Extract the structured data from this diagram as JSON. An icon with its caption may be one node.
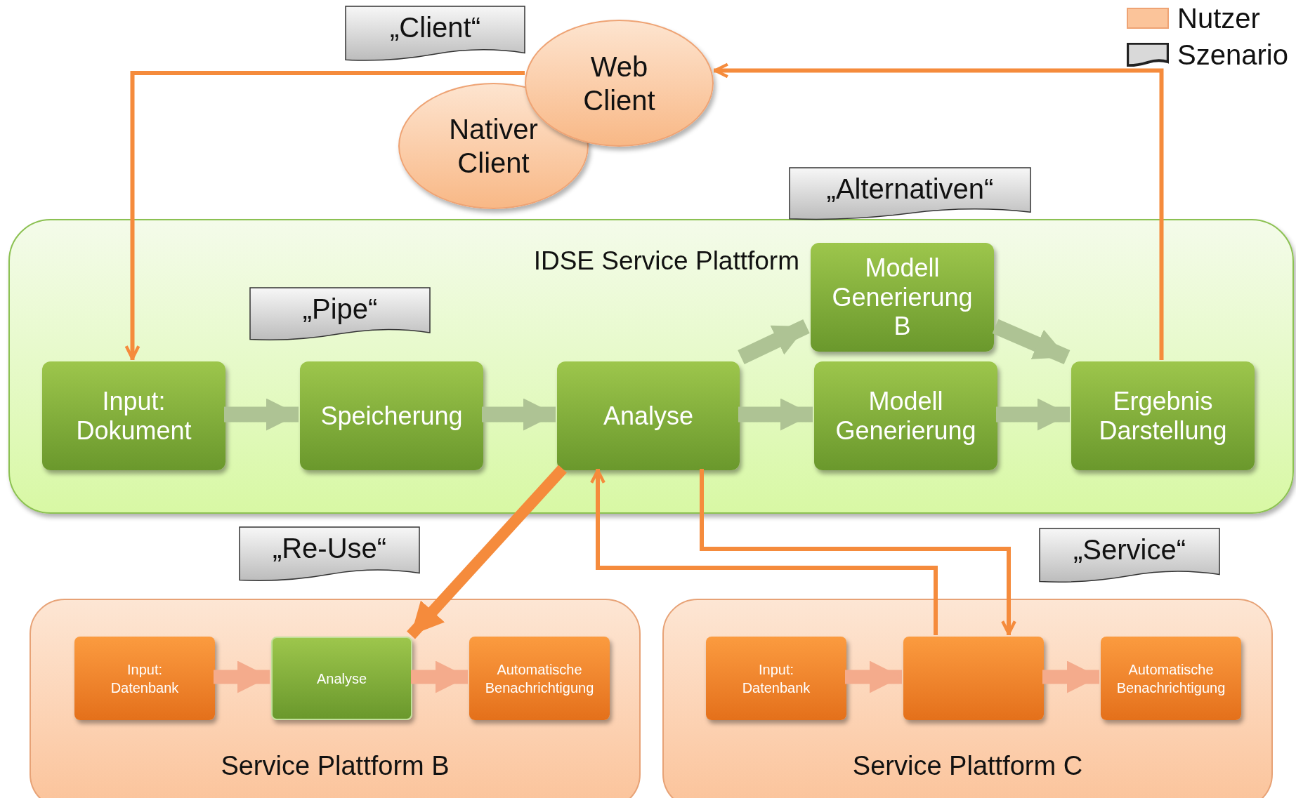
{
  "diagram": {
    "nodes": [
      {
        "text": [
          "„Client“"
        ]
      },
      {
        "text": [
          "Web Client"
        ]
      },
      {
        "text": [
          "Nativer Client"
        ]
      },
      {
        "text": [
          "„Alternativen“"
        ]
      },
      {
        "text": [
          "IDSE Service Plattform"
        ]
      },
      {
        "text": [
          "Modell Generierung B"
        ],
        "in": 4
      },
      {
        "text": [
          "„Pipe“"
        ],
        "in": 4
      },
      {
        "text": [
          "Input: Dokument"
        ],
        "in": 4
      },
      {
        "text": [
          "Speicherung"
        ],
        "in": 4
      },
      {
        "text": [
          "Analyse"
        ],
        "in": 4
      },
      {
        "text": [
          "Modell Generierung"
        ],
        "in": 4
      },
      {
        "text": [
          "Ergebnis Darstellung"
        ],
        "in": 4
      },
      {
        "text": [
          "„Re-Use“"
        ]
      },
      {
        "text": [
          "„Service“"
        ]
      },
      {
        "text": [
          "Service Plattform B"
        ]
      },
      {
        "text": [
          "Input: Datenbank"
        ],
        "in": 14
      },
      {
        "text": [
          "Analyse"
        ],
        "in": 14
      },
      {
        "text": [
          "Automatische Benachrichtigung"
        ],
        "in": 14
      },
      {
        "text": [
          "Service Plattform C"
        ]
      },
      {
        "text": [
          "Input: Datenbank"
        ],
        "in": 18
      },
      {
        "text": [],
        "shape": "box",
        "in": 18
      },
      {
        "text": [
          "Automatische Benachrichtigung"
        ],
        "in": 18
      }
    ],
    "edges": [
      {
        "from": 1,
        "to": 7,
        "arrow": "to",
        "color": "#f58b3c"
      },
      {
        "from": 11,
        "to": 1,
        "arrow": "to",
        "color": "#f58b3c"
      },
      {
        "from": 7,
        "to": 8,
        "arrow": "to",
        "color": "#aec394"
      },
      {
        "from": 8,
        "to": 9,
        "arrow": "to",
        "color": "#aec394"
      },
      {
        "from": 9,
        "to": 10,
        "arrow": "to",
        "color": "#aec394"
      },
      {
        "from": 10,
        "to": 11,
        "arrow": "to",
        "color": "#aec394"
      },
      {
        "from": 9,
        "to": 5,
        "arrow": "to",
        "color": "#aec394"
      },
      {
        "from": 5,
        "to": 11,
        "arrow": "to",
        "color": "#aec394"
      },
      {
        "from": 9,
        "to": 16,
        "arrow": "to",
        "color": "#f58b3c"
      },
      {
        "from": 9,
        "to": 20,
        "arrow": "to",
        "color": "#f58b3c"
      },
      {
        "from": 20,
        "to": 9,
        "arrow": "to",
        "color": "#f58b3c"
      },
      {
        "from": 15,
        "to": 16,
        "arrow": "to",
        "color": "#f4ab8c"
      },
      {
        "from": 16,
        "to": 17,
        "arrow": "to",
        "color": "#f4ab8c"
      },
      {
        "from": 19,
        "to": 20,
        "arrow": "to",
        "color": "#f4ab8c"
      },
      {
        "from": 20,
        "to": 21,
        "arrow": "to",
        "color": "#f4ab8c"
      }
    ],
    "legend": [
      {
        "text": "Nutzer",
        "color": "#fbc49a"
      },
      {
        "text": "Szenario"
      }
    ]
  }
}
